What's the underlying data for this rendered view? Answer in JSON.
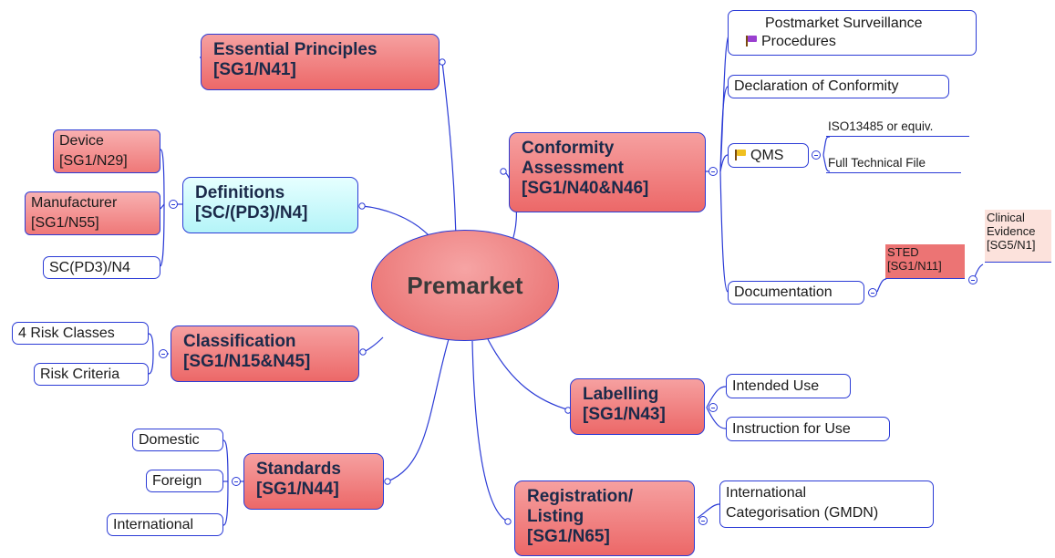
{
  "center": {
    "label": "Premarket"
  },
  "branches": {
    "essential": {
      "line1": "Essential Principles",
      "line2": "[SG1/N41]"
    },
    "definitions": {
      "line1": "Definitions",
      "line2": "[SC/(PD3)/N4]",
      "children": {
        "device": {
          "line1": "Device",
          "line2": "[SG1/N29]"
        },
        "manufacturer": {
          "line1": "Manufacturer",
          "line2": "[SG1/N55]"
        },
        "scpd3": {
          "label": "SC(PD3)/N4"
        }
      }
    },
    "classification": {
      "line1": "Classification",
      "line2": "[SG1/N15&N45]",
      "children": {
        "risk_classes": "4 Risk Classes",
        "risk_criteria": "Risk Criteria"
      }
    },
    "standards": {
      "line1": "Standards",
      "line2": "[SG1/N44]",
      "children": {
        "domestic": "Domestic",
        "foreign": "Foreign",
        "international": "International"
      }
    },
    "conformity": {
      "line1": "Conformity",
      "line2": "Assessment",
      "line3": "[SG1/N40&N46]",
      "children": {
        "postmarket": {
          "line1": "Postmarket Surveillance",
          "line2": "Procedures",
          "flag_color": "#9a3fd0"
        },
        "declaration": {
          "label": "Declaration of Conformity"
        },
        "qms": {
          "label": "QMS",
          "flag_color": "#f0c020",
          "children": {
            "iso": "ISO13485 or equiv.",
            "technical_file": "Full Technical File"
          }
        },
        "documentation": {
          "label": "Documentation",
          "sted": {
            "line1": "STED",
            "line2": "[SG1/N11]"
          },
          "clinical": {
            "line1": "Clinical",
            "line2": "Evidence",
            "line3": "[SG5/N1]"
          }
        }
      }
    },
    "labelling": {
      "line1": "Labelling",
      "line2": "[SG1/N43]",
      "children": {
        "intended_use": "Intended Use",
        "instruction": "Instruction for Use"
      }
    },
    "registration": {
      "line1": "Registration/",
      "line2": "Listing",
      "line3": "[SG1/N65]",
      "children": {
        "gmdn": {
          "line1": "International",
          "line2": "Categorisation (GMDN)"
        }
      }
    }
  },
  "colors": {
    "connector": "#2b3bd6",
    "main_fill": "#ec6868",
    "definitions_fill": "#b4f4f8"
  }
}
